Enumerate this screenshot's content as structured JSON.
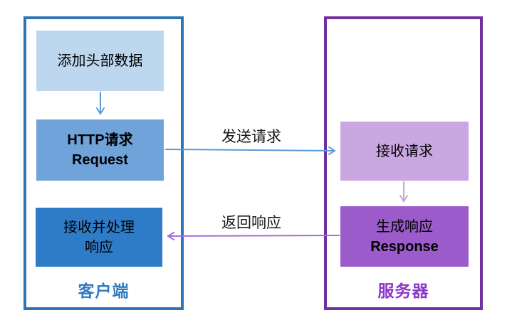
{
  "client": {
    "label": "客户端",
    "colors": {
      "border": "#2E75B6",
      "label": "#2E7ABF"
    },
    "boxes": {
      "add_header": {
        "line1": "添加头部数据",
        "bg": "#BDD7EE"
      },
      "http_request": {
        "line1": "HTTP请求",
        "line2": "Request",
        "bg": "#6FA3D9"
      },
      "receive_response": {
        "line1": "接收并处理",
        "line2": "响应",
        "bg": "#2E7CC7"
      }
    }
  },
  "server": {
    "label": "服务器",
    "colors": {
      "border": "#7030A0",
      "label": "#8C36C9"
    },
    "boxes": {
      "receive_request": {
        "line1": "接收请求",
        "bg": "#CBA7E2"
      },
      "generate_response": {
        "line1": "生成响应",
        "line2": "Response",
        "bg": "#9C5BCB"
      }
    }
  },
  "flows": {
    "send_request": {
      "label": "发送请求",
      "color": "#5B9BD5"
    },
    "return_response": {
      "label": "返回响应",
      "color": "#A66BD8"
    },
    "client_step": {
      "color": "#5B9BD5"
    },
    "server_step": {
      "color": "#C5A3E5"
    }
  }
}
